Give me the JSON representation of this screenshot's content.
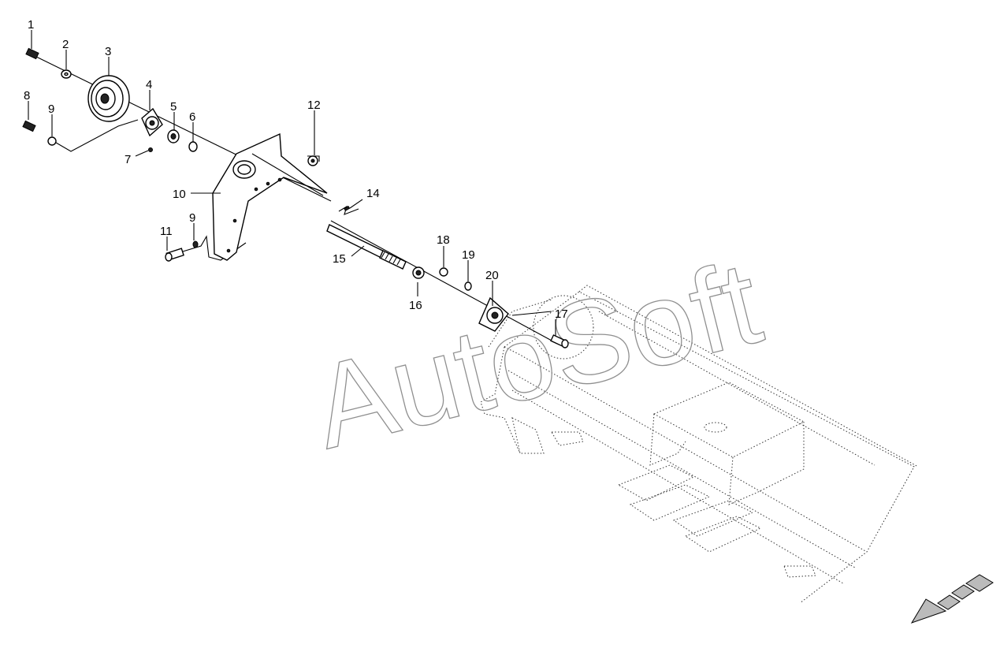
{
  "watermark": "AutoSoft",
  "callouts": [
    {
      "id": "c1",
      "text": "1"
    },
    {
      "id": "c2",
      "text": "2"
    },
    {
      "id": "c3",
      "text": "3"
    },
    {
      "id": "c4",
      "text": "4"
    },
    {
      "id": "c5",
      "text": "5"
    },
    {
      "id": "c6",
      "text": "6"
    },
    {
      "id": "c7",
      "text": "7"
    },
    {
      "id": "c8",
      "text": "8"
    },
    {
      "id": "c9a",
      "text": "9"
    },
    {
      "id": "c9b",
      "text": "9"
    },
    {
      "id": "c10",
      "text": "10"
    },
    {
      "id": "c11",
      "text": "11"
    },
    {
      "id": "c12",
      "text": "12"
    },
    {
      "id": "c14",
      "text": "14"
    },
    {
      "id": "c15",
      "text": "15"
    },
    {
      "id": "c16",
      "text": "16"
    },
    {
      "id": "c17",
      "text": "17"
    },
    {
      "id": "c18",
      "text": "18"
    },
    {
      "id": "c19",
      "text": "19"
    },
    {
      "id": "c20",
      "text": "20"
    }
  ],
  "colors": {
    "line": "#000000",
    "watermark": "#8f8f8f",
    "background": "#ffffff"
  },
  "icons": {
    "direction_arrow": "direction-arrow-icon"
  }
}
